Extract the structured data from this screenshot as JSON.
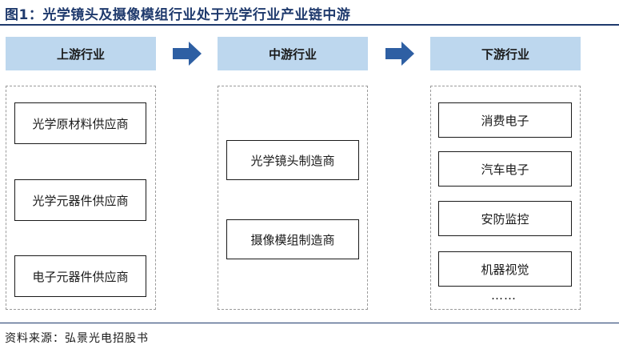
{
  "title": "图1：光学镜头及摄像模组行业处于光学行业产业链中游",
  "source": "资料来源：弘景光电招股书",
  "stages": [
    {
      "label": "上游行业",
      "nodes": [
        "光学原材料供应商",
        "光学元器件供应商",
        "电子元器件供应商"
      ]
    },
    {
      "label": "中游行业",
      "nodes": [
        "光学镜头制造商",
        "摄像模组制造商"
      ]
    },
    {
      "label": "下游行业",
      "nodes": [
        "消费电子",
        "汽车电子",
        "安防监控",
        "机器视觉"
      ],
      "more": "……"
    }
  ],
  "colors": {
    "header_fill": "#bdd7ee",
    "arrow_fill": "#2e5fa3",
    "title_color": "#1f3a6d"
  },
  "icons": {
    "flow_arrow": "right-block-arrow-icon"
  }
}
